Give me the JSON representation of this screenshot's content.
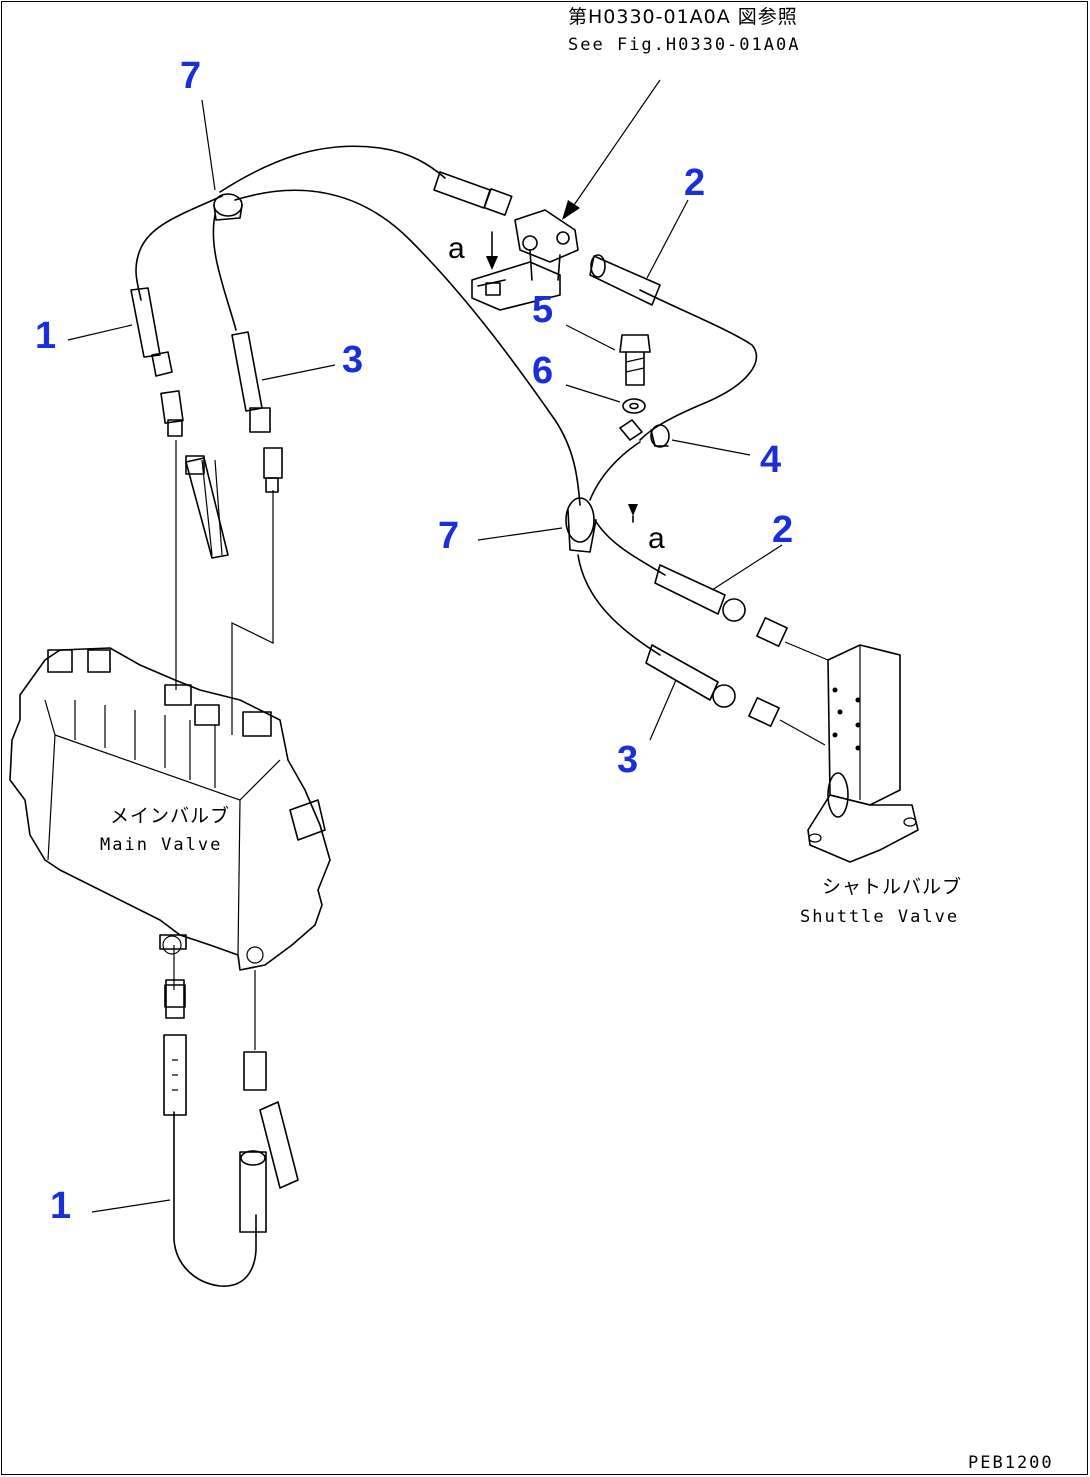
{
  "reference": {
    "jp": "第H0330-01A0A 図参照",
    "en": "See Fig.H0330-01A0A"
  },
  "components": {
    "main_valve_jp": "メインバルブ",
    "main_valve_en": "Main Valve",
    "shuttle_valve_jp": "シャトルバルブ",
    "shuttle_valve_en": "Shuttle Valve"
  },
  "callouts": {
    "c1_top": "1",
    "c1_bottom": "1",
    "c2_top": "2",
    "c2_mid": "2",
    "c3_left": "3",
    "c3_right": "3",
    "c4": "4",
    "c5": "5",
    "c6": "6",
    "c7_top": "7",
    "c7_mid": "7"
  },
  "detail_marks": {
    "a_top": "a",
    "a_mid": "a"
  },
  "drawing_code": "PEB1200",
  "colors": {
    "callout": "#1a2fd8",
    "line": "#000000"
  }
}
